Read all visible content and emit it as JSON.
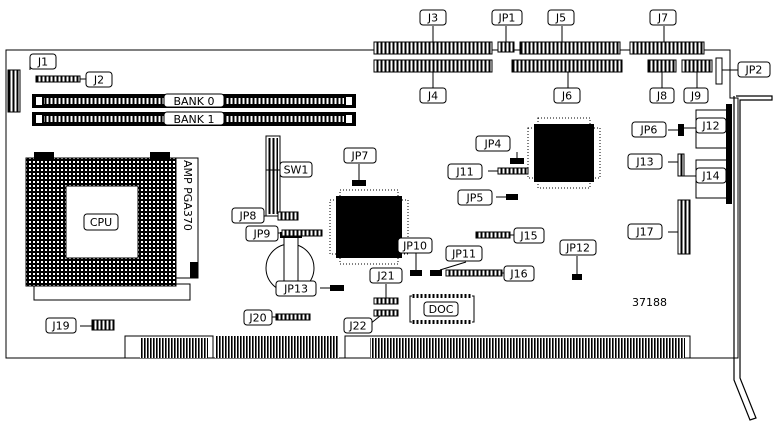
{
  "labels": {
    "J1": "J1",
    "J2": "J2",
    "J3": "J3",
    "J4": "J4",
    "J5": "J5",
    "J6": "J6",
    "J7": "J7",
    "J8": "J8",
    "J9": "J9",
    "J11": "J11",
    "J12": "J12",
    "J13": "J13",
    "J14": "J14",
    "J15": "J15",
    "J16": "J16",
    "J17": "J17",
    "J19": "J19",
    "J20": "J20",
    "J21": "J21",
    "J22": "J22",
    "JP1": "JP1",
    "JP2": "JP2",
    "JP4": "JP4",
    "JP5": "JP5",
    "JP6": "JP6",
    "JP7": "JP7",
    "JP8": "JP8",
    "JP9": "JP9",
    "JP10": "JP10",
    "JP11": "JP11",
    "JP12": "JP12",
    "JP13": "JP13",
    "SW1": "SW1",
    "DOC": "DOC",
    "CPU": "CPU",
    "BANK0": "BANK 0",
    "BANK1": "BANK 1",
    "socket": "AMP PGA370",
    "part_number": "37188"
  }
}
